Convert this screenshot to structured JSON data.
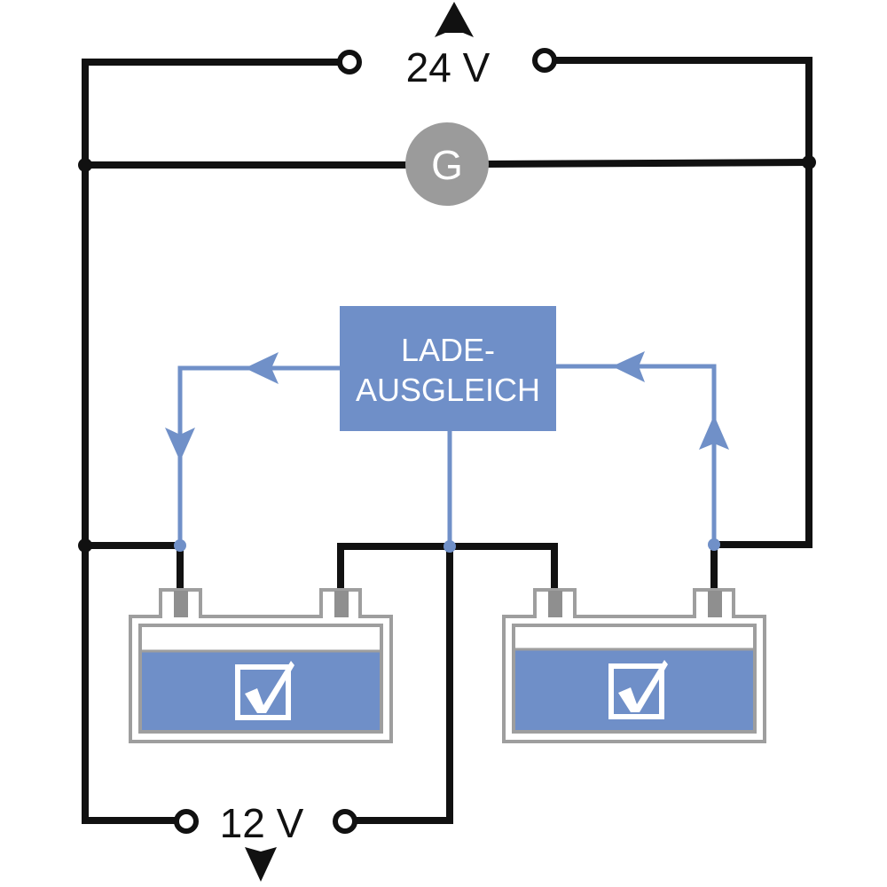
{
  "diagram": {
    "top_terminal_label": "24 V",
    "bottom_terminal_label": "12 V",
    "generator_label": "G",
    "balancer_label_line1": "LADE-",
    "balancer_label_line2": "AUSGLEICH",
    "batteries": [
      {
        "name": "battery-left",
        "status": "ok",
        "status_icon": "checkmark-icon"
      },
      {
        "name": "battery-right",
        "status": "ok",
        "status_icon": "checkmark-icon"
      }
    ],
    "colors": {
      "wire": "#111111",
      "signal": "#7090c8",
      "balancer_fill": "#6f8fc8",
      "generator_fill": "#9b9b9b",
      "battery_outline": "#9e9e9e",
      "terminal_post": "#8f8f8f",
      "background": "#ffffff",
      "text_on_color": "#ffffff"
    }
  }
}
